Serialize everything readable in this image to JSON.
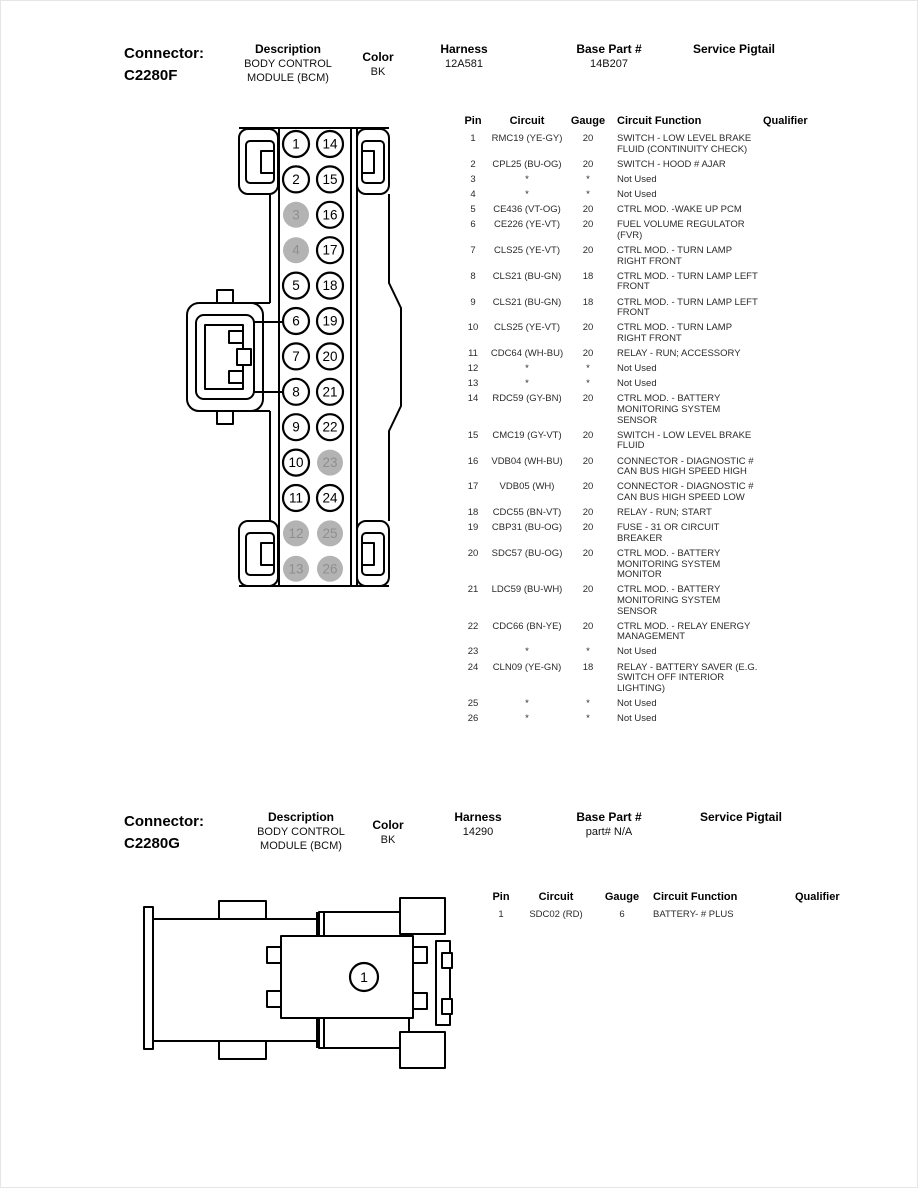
{
  "colors": {
    "line": "#000000",
    "shaded_pin_fill": "#b3b3b3",
    "shaded_pin_text": "#8f8f8f",
    "pin_fill": "#ffffff",
    "pin_text": "#000000"
  },
  "sections": [
    {
      "header": {
        "connector_label": "Connector:",
        "connector_id": "C2280F",
        "description_label": "Description",
        "description": "BODY CONTROL MODULE (BCM)",
        "color_label": "Color",
        "color": "BK",
        "harness_label": "Harness",
        "harness": "12A581",
        "base_part_label": "Base Part #",
        "base_part": "14B207",
        "service_pigtail_label": "Service Pigtail",
        "service_pigtail": ""
      },
      "diagram": {
        "pins": [
          {
            "n": "1",
            "shaded": false
          },
          {
            "n": "2",
            "shaded": false
          },
          {
            "n": "3",
            "shaded": true
          },
          {
            "n": "4",
            "shaded": true
          },
          {
            "n": "5",
            "shaded": false
          },
          {
            "n": "6",
            "shaded": false
          },
          {
            "n": "7",
            "shaded": false
          },
          {
            "n": "8",
            "shaded": false
          },
          {
            "n": "9",
            "shaded": false
          },
          {
            "n": "10",
            "shaded": false
          },
          {
            "n": "11",
            "shaded": false
          },
          {
            "n": "12",
            "shaded": true
          },
          {
            "n": "13",
            "shaded": true
          },
          {
            "n": "14",
            "shaded": false
          },
          {
            "n": "15",
            "shaded": false
          },
          {
            "n": "16",
            "shaded": false
          },
          {
            "n": "17",
            "shaded": false
          },
          {
            "n": "18",
            "shaded": false
          },
          {
            "n": "19",
            "shaded": false
          },
          {
            "n": "20",
            "shaded": false
          },
          {
            "n": "21",
            "shaded": false
          },
          {
            "n": "22",
            "shaded": false
          },
          {
            "n": "23",
            "shaded": true
          },
          {
            "n": "24",
            "shaded": false
          },
          {
            "n": "25",
            "shaded": true
          },
          {
            "n": "26",
            "shaded": true
          }
        ]
      },
      "table": {
        "headers": [
          "Pin",
          "Circuit",
          "Gauge",
          "Circuit Function",
          "Qualifier"
        ],
        "rows": [
          {
            "pin": "1",
            "circuit": "RMC19 (YE-GY)",
            "gauge": "20",
            "fn": "SWITCH - LOW LEVEL BRAKE FLUID (CONTINUITY CHECK)",
            "qualifier": ""
          },
          {
            "pin": "2",
            "circuit": "CPL25 (BU-OG)",
            "gauge": "20",
            "fn": "SWITCH - HOOD # AJAR",
            "qualifier": ""
          },
          {
            "pin": "3",
            "circuit": "*",
            "gauge": "*",
            "fn": "Not Used",
            "qualifier": ""
          },
          {
            "pin": "4",
            "circuit": "*",
            "gauge": "*",
            "fn": "Not Used",
            "qualifier": ""
          },
          {
            "pin": "5",
            "circuit": "CE436 (VT-OG)",
            "gauge": "20",
            "fn": "CTRL MOD. -WAKE UP PCM",
            "qualifier": ""
          },
          {
            "pin": "6",
            "circuit": "CE226 (YE-VT)",
            "gauge": "20",
            "fn": "FUEL VOLUME REGULATOR (FVR)",
            "qualifier": ""
          },
          {
            "pin": "7",
            "circuit": "CLS25 (YE-VT)",
            "gauge": "20",
            "fn": "CTRL MOD. - TURN LAMP RIGHT FRONT",
            "qualifier": ""
          },
          {
            "pin": "8",
            "circuit": "CLS21 (BU-GN)",
            "gauge": "18",
            "fn": "CTRL MOD. - TURN LAMP LEFT FRONT",
            "qualifier": ""
          },
          {
            "pin": "9",
            "circuit": "CLS21 (BU-GN)",
            "gauge": "18",
            "fn": "CTRL MOD. - TURN LAMP LEFT FRONT",
            "qualifier": ""
          },
          {
            "pin": "10",
            "circuit": "CLS25 (YE-VT)",
            "gauge": "20",
            "fn": "CTRL MOD. - TURN LAMP RIGHT FRONT",
            "qualifier": ""
          },
          {
            "pin": "11",
            "circuit": "CDC64 (WH-BU)",
            "gauge": "20",
            "fn": "RELAY - RUN; ACCESSORY",
            "qualifier": ""
          },
          {
            "pin": "12",
            "circuit": "*",
            "gauge": "*",
            "fn": "Not Used",
            "qualifier": ""
          },
          {
            "pin": "13",
            "circuit": "*",
            "gauge": "*",
            "fn": "Not Used",
            "qualifier": ""
          },
          {
            "pin": "14",
            "circuit": "RDC59 (GY-BN)",
            "gauge": "20",
            "fn": "CTRL MOD. - BATTERY MONITORING SYSTEM SENSOR",
            "qualifier": ""
          },
          {
            "pin": "15",
            "circuit": "CMC19 (GY-VT)",
            "gauge": "20",
            "fn": "SWITCH - LOW LEVEL BRAKE FLUID",
            "qualifier": ""
          },
          {
            "pin": "16",
            "circuit": "VDB04 (WH-BU)",
            "gauge": "20",
            "fn": "CONNECTOR - DIAGNOSTIC # CAN BUS HIGH SPEED HIGH",
            "qualifier": ""
          },
          {
            "pin": "17",
            "circuit": "VDB05 (WH)",
            "gauge": "20",
            "fn": "CONNECTOR - DIAGNOSTIC # CAN BUS HIGH SPEED LOW",
            "qualifier": ""
          },
          {
            "pin": "18",
            "circuit": "CDC55 (BN-VT)",
            "gauge": "20",
            "fn": "RELAY - RUN; START",
            "qualifier": ""
          },
          {
            "pin": "19",
            "circuit": "CBP31 (BU-OG)",
            "gauge": "20",
            "fn": "FUSE - 31 OR CIRCUIT BREAKER",
            "qualifier": ""
          },
          {
            "pin": "20",
            "circuit": "SDC57 (BU-OG)",
            "gauge": "20",
            "fn": "CTRL MOD. - BATTERY MONITORING SYSTEM MONITOR",
            "qualifier": ""
          },
          {
            "pin": "21",
            "circuit": "LDC59 (BU-WH)",
            "gauge": "20",
            "fn": "CTRL MOD. - BATTERY MONITORING SYSTEM SENSOR",
            "qualifier": ""
          },
          {
            "pin": "22",
            "circuit": "CDC66 (BN-YE)",
            "gauge": "20",
            "fn": "CTRL MOD. - RELAY ENERGY MANAGEMENT",
            "qualifier": ""
          },
          {
            "pin": "23",
            "circuit": "*",
            "gauge": "*",
            "fn": "Not Used",
            "qualifier": ""
          },
          {
            "pin": "24",
            "circuit": "CLN09 (YE-GN)",
            "gauge": "18",
            "fn": "RELAY - BATTERY SAVER (E.G. SWITCH OFF INTERIOR LIGHTING)",
            "qualifier": ""
          },
          {
            "pin": "25",
            "circuit": "*",
            "gauge": "*",
            "fn": "Not Used",
            "qualifier": ""
          },
          {
            "pin": "26",
            "circuit": "*",
            "gauge": "*",
            "fn": "Not Used",
            "qualifier": ""
          }
        ]
      }
    },
    {
      "header": {
        "connector_label": "Connector:",
        "connector_id": "C2280G",
        "description_label": "Description",
        "description": "BODY CONTROL MODULE (BCM)",
        "color_label": "Color",
        "color": "BK",
        "harness_label": "Harness",
        "harness": "14290",
        "base_part_label": "Base Part #",
        "base_part": "part# N/A",
        "service_pigtail_label": "Service Pigtail",
        "service_pigtail": ""
      },
      "diagram": {
        "pins": [
          {
            "n": "1",
            "shaded": false
          }
        ]
      },
      "table": {
        "headers": [
          "Pin",
          "Circuit",
          "Gauge",
          "Circuit Function",
          "Qualifier"
        ],
        "rows": [
          {
            "pin": "1",
            "circuit": "SDC02 (RD)",
            "gauge": "6",
            "fn": "BATTERY- # PLUS",
            "qualifier": ""
          }
        ]
      }
    }
  ]
}
